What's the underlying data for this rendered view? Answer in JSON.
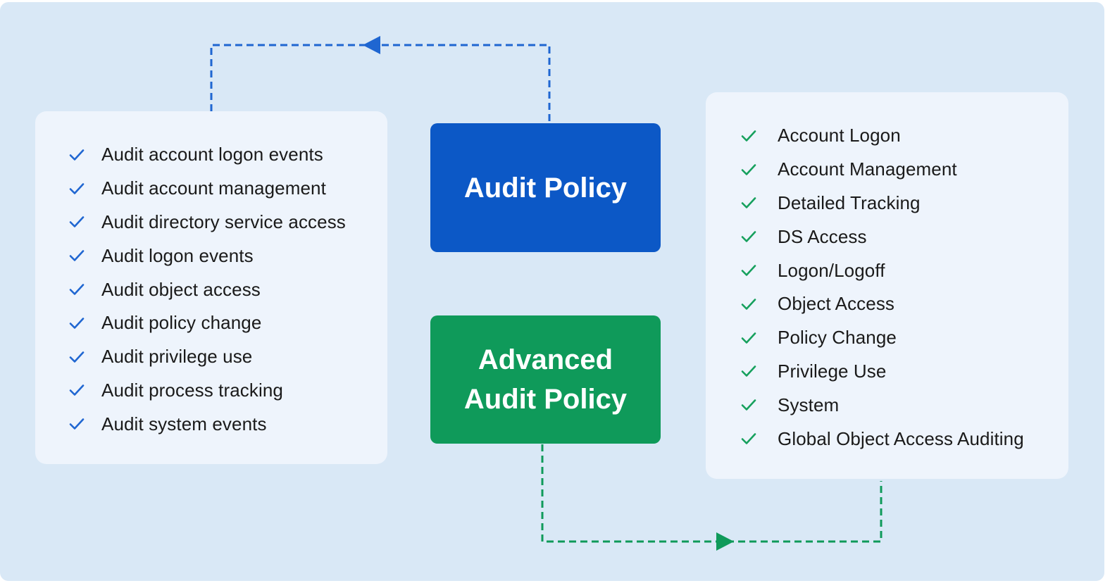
{
  "colors": {
    "background": "#d9e8f6",
    "panel": "#eef4fc",
    "audit_policy_box": "#0c58c6",
    "advanced_audit_policy_box": "#0f9a5a",
    "blue_connector": "#1f66d1",
    "green_connector": "#0f9a5a",
    "blue_check": "#1f66d1",
    "green_check": "#16a05d"
  },
  "icons": {
    "left_item_icon": "checkmark-icon",
    "right_item_icon": "checkmark-icon",
    "arrow": "arrowhead-icon"
  },
  "audit_policy": {
    "title": "Audit Policy",
    "items": [
      "Audit account logon events",
      "Audit account management",
      "Audit directory service access",
      "Audit logon events",
      "Audit object access",
      "Audit policy change",
      "Audit privilege use",
      "Audit process tracking",
      "Audit system events"
    ]
  },
  "advanced_audit_policy": {
    "title_line1": "Advanced",
    "title_line2": "Audit Policy",
    "items": [
      "Account Logon",
      "Account Management",
      "Detailed Tracking",
      "DS Access",
      "Logon/Logoff",
      "Object Access",
      "Policy Change",
      "Privilege Use",
      "System",
      "Global Object Access Auditing"
    ]
  }
}
